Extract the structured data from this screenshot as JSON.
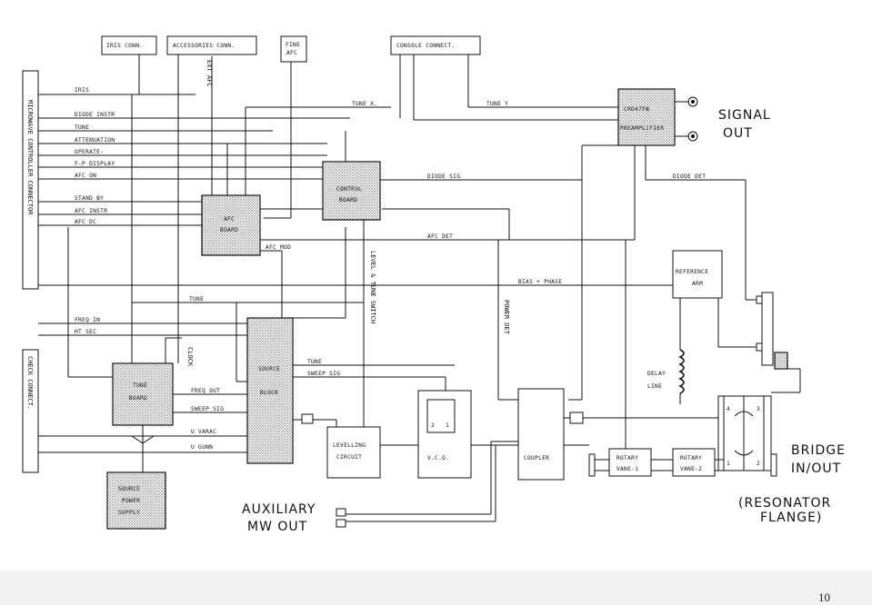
{
  "page_number": "10",
  "connectors": {
    "microwave_controller": "MICROWAVE CONTROLLER CONNECTOR",
    "check_connect": "CHECK CONNECT."
  },
  "top_boxes": {
    "iris_conn": "IRIS CONN.",
    "accessories_conn": "ACCESSORIES CONN.",
    "fine_afc_1": "FINE",
    "fine_afc_2": "AFC",
    "console_connect": "CONSOLE CONNECT."
  },
  "signals_left": {
    "iris": "IRIS",
    "diode_instr": "DIODE INSTR",
    "tune": "TUNE",
    "attenuation": "ATTENUATION",
    "operate": "OPERATE-",
    "fp_display": "F-P DISPLAY",
    "afc_on": "AFC ON",
    "stand_by": "STAND BY",
    "afc_instr": "AFC INSTR",
    "afc_dc": "AFC DC",
    "freq_in": "FREQ IN",
    "ht_sec": "HT SEC"
  },
  "signals": {
    "ext_afc": "EXT AFC",
    "tune_x": "TUNE X.",
    "tune_y": "TUNE Y",
    "diode_sig": "DIODE SIG",
    "diode_det": "DIODE DET",
    "afc_det": "AFC DET",
    "afc_mod": "AFC MOD",
    "bias_phase": "BIAS + PHASE",
    "tune_mid": "TUNE",
    "level_tune_switch": "LEVEL & TUNE SWITCH",
    "power_det": "POWER DET",
    "clock": "CLOCK",
    "tune_src": "TUNE",
    "sweep_sig": "SWEEP SIG",
    "freq_out": "FREQ OUT",
    "sweep_sig_2": "SWEEP SIG",
    "u_varac": "U VARAC",
    "u_gunn": "U GUNN",
    "delay_line_1": "DELAY",
    "delay_line_2": "LINE"
  },
  "blocks": {
    "preamplifier_1": "CRO47FB",
    "preamplifier_2": "PREAMPLIFIER",
    "control_board_1": "CONTROL",
    "control_board_2": "BOARD",
    "afc_board_1": "AFC",
    "afc_board_2": "BOARD",
    "reference_arm_1": "REFERENCE",
    "reference_arm_2": "ARM",
    "source_block_1": "SOURCE",
    "source_block_2": "BLOCK",
    "tune_board_1": "TUNE",
    "tune_board_2": "BOARD",
    "levelling_1": "LEVELLING",
    "levelling_2": "CIRCUIT",
    "vco": "V.C.O.",
    "vco_p1": "2",
    "vco_p2": "1",
    "coupler": "COUPLER",
    "rotary1_1": "ROTARY",
    "rotary1_2": "VANE-1",
    "rotary2_1": "ROTARY",
    "rotary2_2": "VANE-2",
    "psu_1": "SOURCE",
    "psu_2": "POWER",
    "psu_3": "SUPPLY",
    "port1": "1",
    "port2": "2",
    "port3": "3",
    "port4": "4"
  },
  "big_labels": {
    "signal_out_1": "SIGNAL",
    "signal_out_2": "OUT",
    "bridge_1": "BRIDGE",
    "bridge_2": "IN/OUT",
    "resonator_1": "(RESONATOR",
    "resonator_2": "FLANGE)",
    "aux_1": "AUXILIARY",
    "aux_2": "MW OUT"
  }
}
